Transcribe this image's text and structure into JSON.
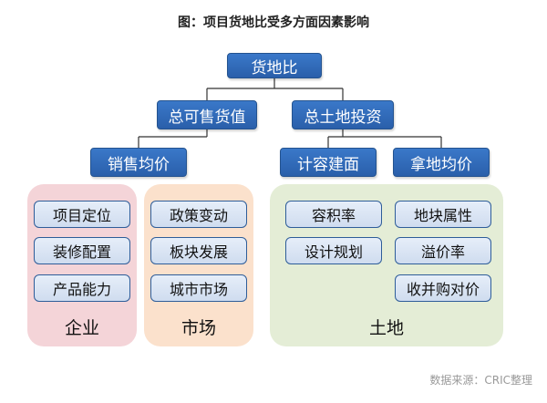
{
  "title": "图：项目货地比受多方面因素影响",
  "root": "货地比",
  "level1": {
    "left": "总可售货值",
    "right": "总土地投资"
  },
  "level2": {
    "sales_price": "销售均价",
    "build_area": "计容建面",
    "land_price": "拿地均价"
  },
  "groups": {
    "company": {
      "label": "企业",
      "items": [
        "项目定位",
        "装修配置",
        "产品能力"
      ]
    },
    "market": {
      "label": "市场",
      "items": [
        "政策变动",
        "板块发展",
        "城市市场"
      ]
    },
    "land": {
      "label": "土地",
      "left_items": [
        "容积率",
        "设计规划"
      ],
      "right_items": [
        "地块属性",
        "溢价率",
        "收并购对价"
      ]
    }
  },
  "source": "数据来源：CRIC整理",
  "colors": {
    "node": "#2f67b5",
    "company_bg": "#f4d4d8",
    "market_bg": "#fbe1cc",
    "land_bg": "#e4edd6",
    "factor_border": "#2e5d99"
  }
}
